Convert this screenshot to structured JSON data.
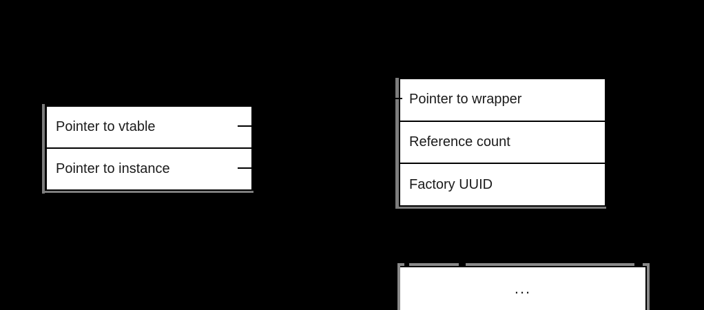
{
  "diagram": {
    "object_table": {
      "rows": [
        {
          "label": "Pointer to vtable"
        },
        {
          "label": "Pointer to instance"
        }
      ]
    },
    "wrapper_table": {
      "rows": [
        {
          "label": "Pointer to wrapper"
        },
        {
          "label": "Reference count"
        },
        {
          "label": "Factory UUID"
        }
      ]
    },
    "ellipsis_table": {
      "label": "..."
    },
    "colors": {
      "background": "#000000",
      "table_fill": "#ffffff",
      "table_border": "#000000",
      "text": "#1a1a1a",
      "shadow_gray": "#7d7d7d",
      "ellipsis_outline_gray": "#8a8a8a"
    }
  }
}
